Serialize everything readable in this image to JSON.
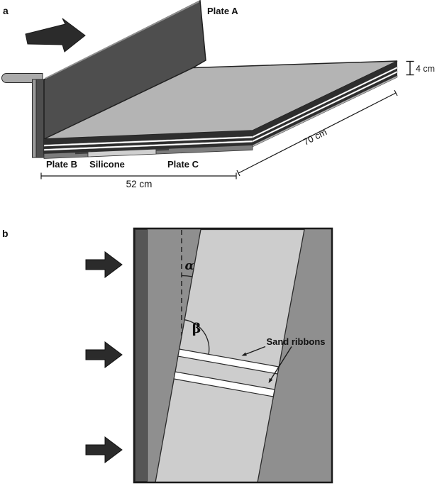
{
  "figure_labels": {
    "panel_a": "a",
    "panel_b": "b"
  },
  "panel_a": {
    "plate_a": "Plate A",
    "plate_b": "Plate B",
    "silicone": "Silicone",
    "plate_c": "Plate C",
    "dim_thickness": "4 cm",
    "dim_depth": "70 cm",
    "dim_width": "52 cm"
  },
  "panel_b": {
    "angle_alpha": "α",
    "angle_beta": "β",
    "sand_ribbons": "Sand ribbons"
  },
  "colors": {
    "plate_dark": "#4e4e4e",
    "plate_edge_light": "#9a9a9a",
    "rod_gray": "#ababab",
    "surface_light": "#b4b4b4",
    "layer_dark": "#2e2e2e",
    "layer_white": "#ffffff",
    "base_gray": "#7d7d7d",
    "silicone_light": "#d0d0d0",
    "arrow_black": "#2b2b2b",
    "panel_bg": "#8f8f8f",
    "wall_dark": "#565656",
    "shear_zone": "#cdcdcd",
    "sand_ribbon": "#ffffff",
    "ink": "#1a1a1a"
  }
}
